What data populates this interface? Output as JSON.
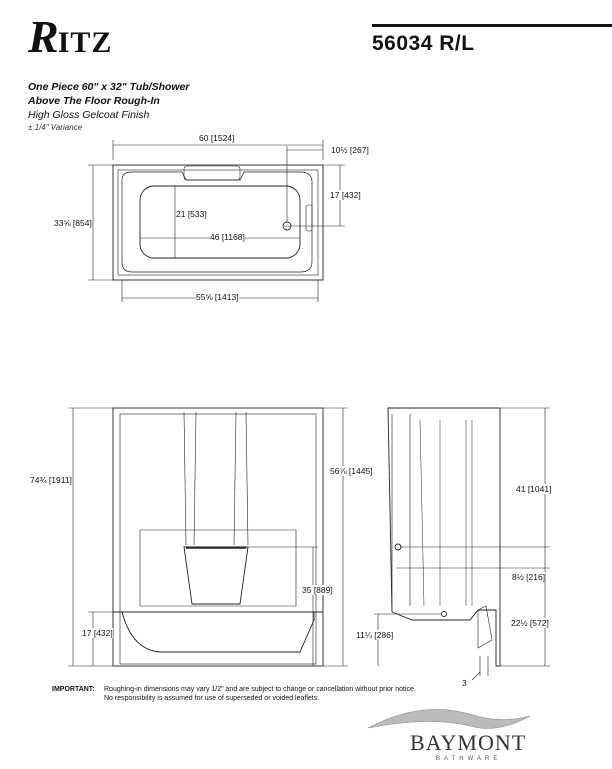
{
  "header": {
    "logo_main": "R",
    "logo_rest": "ITZ",
    "model": "56034 R/L",
    "line1": "One Piece 60\" x 32\" Tub/Shower",
    "line2": "Above The Floor Rough-In",
    "line3": "High Gloss Gelcoat Finish",
    "variance": "± 1/4\" Variance"
  },
  "plan_dims": {
    "overall_width": "60 [1524]",
    "drain_offset": "10½ [267]",
    "depth": "33⅝ [854]",
    "inner_depth": "21 [533]",
    "inner_length": "46 [1168]",
    "drain_depth": "17 [432]",
    "bottom_width": "55⅝ [1413]"
  },
  "elevation_dims": {
    "overall_height": "74¾ [1911]",
    "apron_height": "17 [432]",
    "seat_height": "35 [889]",
    "wall_height": "56⅞ [1445]",
    "side_upper": "41 [1041]",
    "side_valve": "8½ [216]",
    "side_lower": "22½ [572]",
    "side_drain": "11¼ [286]",
    "side_toe": "3"
  },
  "footer": {
    "important_label": "IMPORTANT:",
    "note1": "Roughing-in dimensions may vary 1/2\" and are subject to change or cancellation without prior notice.",
    "note2": "No responsibility is assumed for use of superseded or voided leaflets.",
    "brand": "BAYMONT",
    "brand_sub": "BATHWARE"
  }
}
